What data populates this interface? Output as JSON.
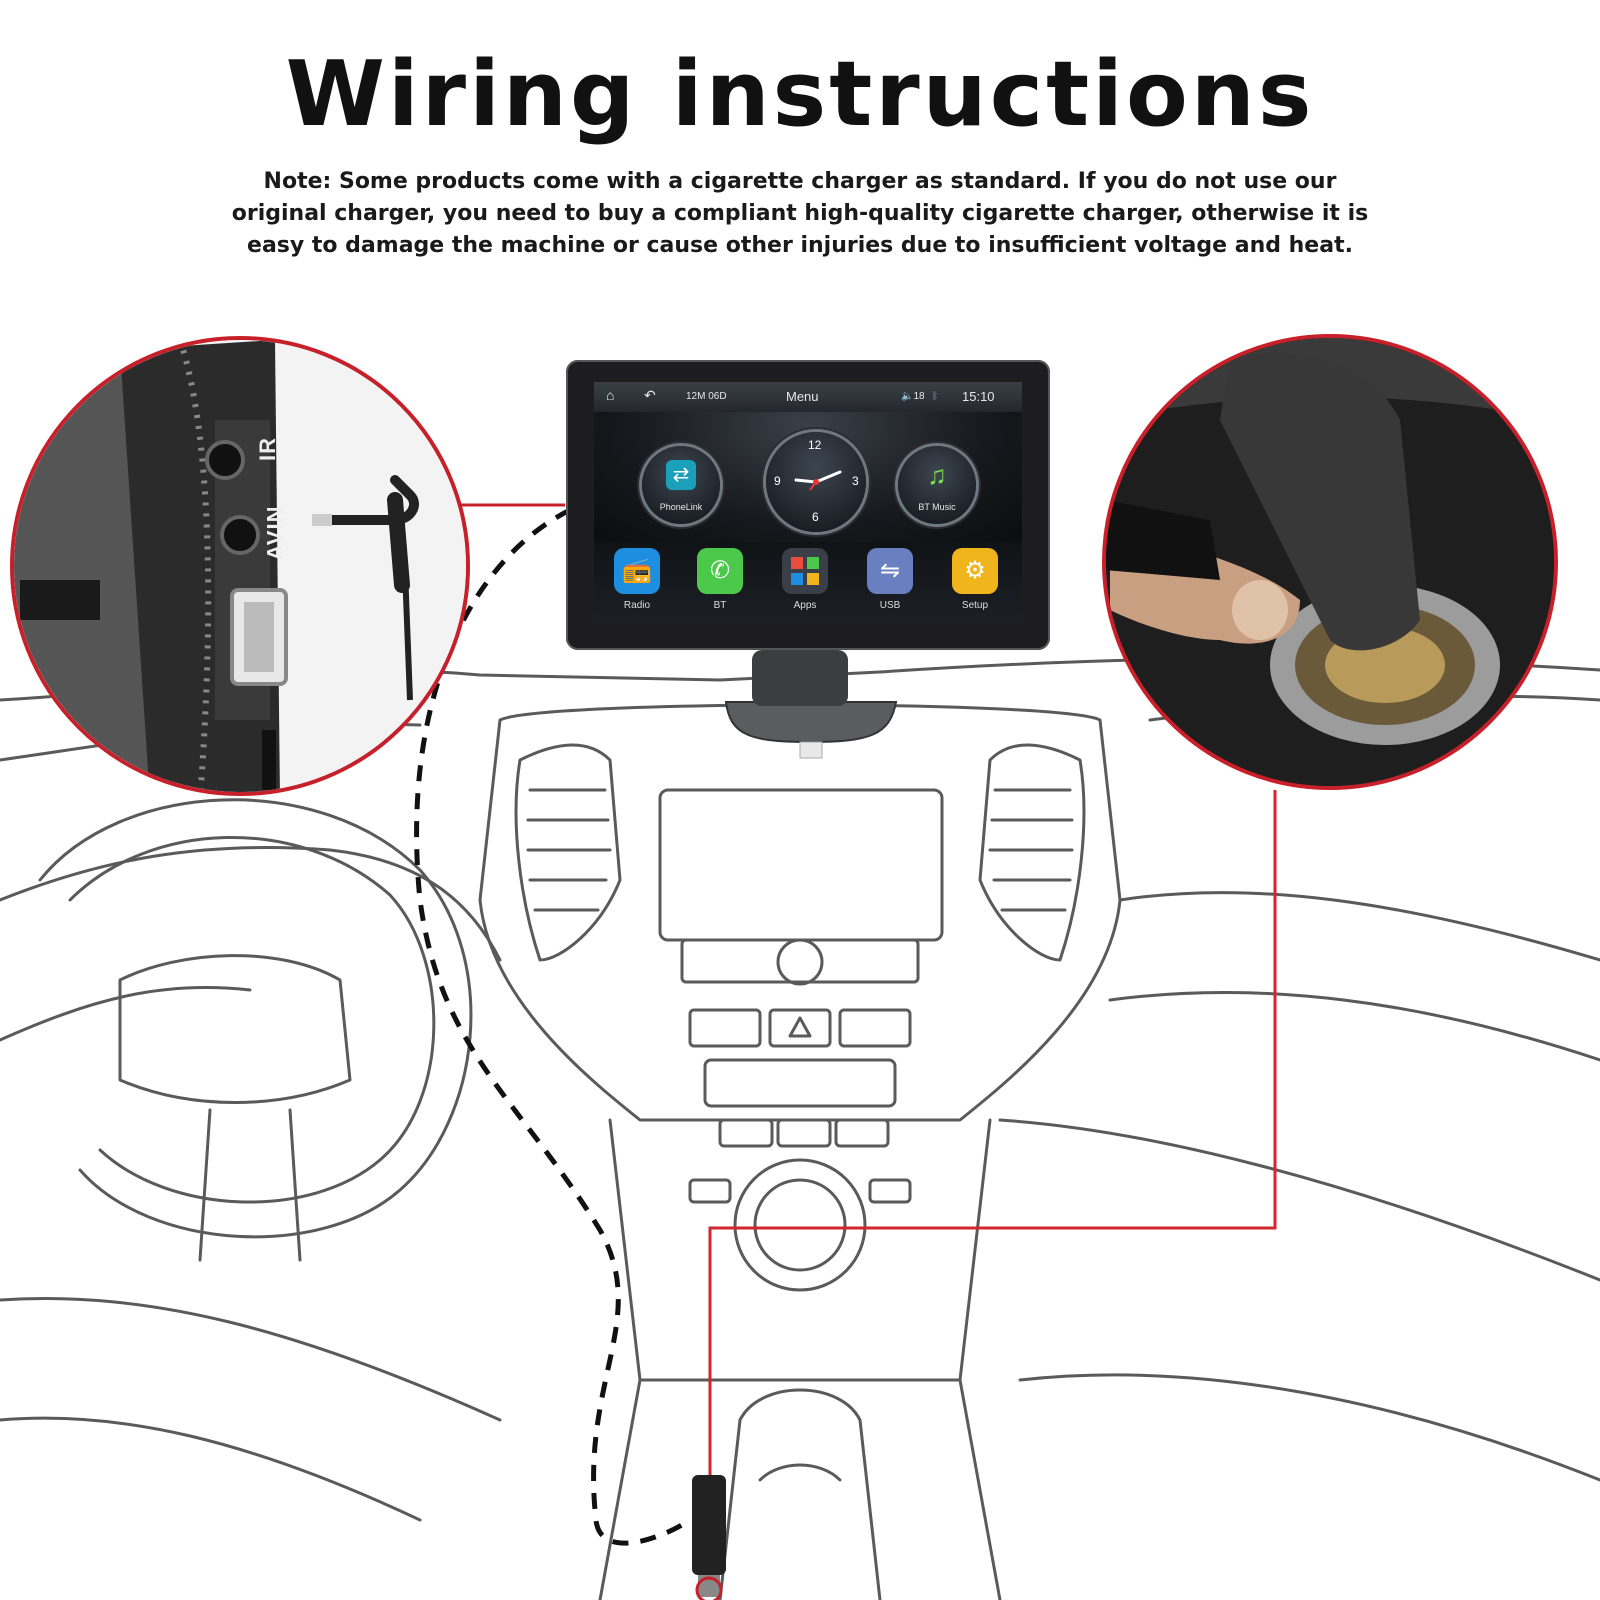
{
  "header": {
    "title": "Wiring instructions",
    "note": "Note: Some products come with a cigarette charger as standard. If you do not use our original charger, you need to buy a compliant high-quality cigarette charger, otherwise it is easy to damage the machine or cause other injuries due to insufficient voltage and heat."
  },
  "port_callout": {
    "ir_label": "IR",
    "avin_label": "AVIN"
  },
  "device": {
    "status_bar": {
      "home_icon": "home-icon",
      "back_icon": "back-icon",
      "date": "12M 06D",
      "title": "Menu",
      "volume": "18",
      "time": "15:10"
    },
    "widgets": {
      "phonelink": "PhoneLink",
      "bt_music": "BT Music",
      "clock_numbers": [
        "12",
        "3",
        "6",
        "9"
      ]
    },
    "apps": [
      {
        "label": "Radio",
        "icon": "radio-icon",
        "color": "#1e8fe0"
      },
      {
        "label": "BT",
        "icon": "phone-icon",
        "color": "#4cc94a"
      },
      {
        "label": "Apps",
        "icon": "apps-grid-icon",
        "color": "#e84d3d"
      },
      {
        "label": "USB",
        "icon": "usb-icon",
        "color": "#6a7fbf"
      },
      {
        "label": "Setup",
        "icon": "gear-icon",
        "color": "#f0b41c"
      }
    ]
  },
  "colors": {
    "callout_ring": "#c8202a",
    "power_line": "#d22630",
    "dashboard_line": "#5a5a5a"
  }
}
